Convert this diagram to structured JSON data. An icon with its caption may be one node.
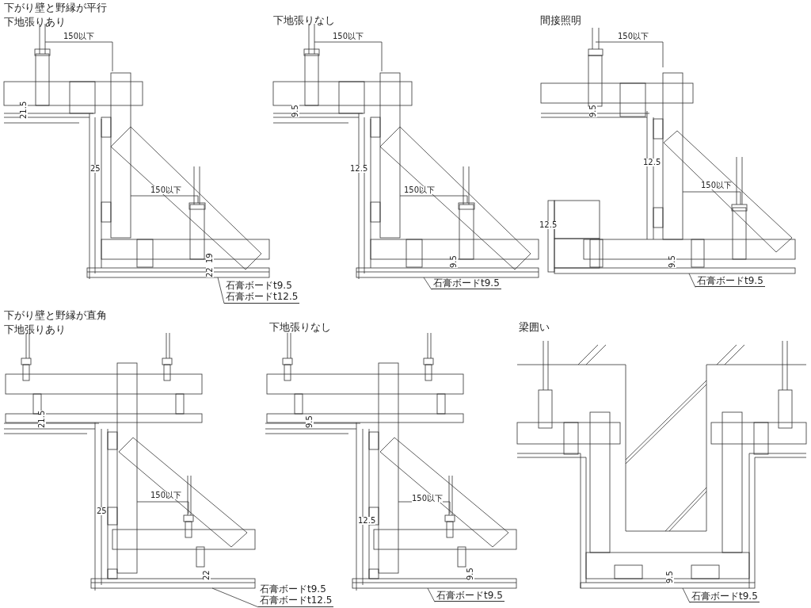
{
  "diagram": {
    "nodes": [
      {
        "text": [
          "石膏ボードt9.5",
          "石膏ボードt12.5"
        ]
      },
      {
        "text": [
          "石膏ボードt9.5"
        ]
      },
      {
        "text": [
          "石膏ボードt9.5"
        ]
      },
      {
        "text": [
          "石膏ボードt9.5",
          "石膏ボードt12.5"
        ]
      },
      {
        "text": [
          "石膏ボードt9.5"
        ]
      },
      {
        "text": [
          "石膏ボードt9.5"
        ]
      },
      {
        "text": [],
        "shape": "box"
      },
      {
        "text": [],
        "shape": "box"
      },
      {
        "text": [],
        "shape": "box"
      },
      {
        "text": [],
        "shape": "box"
      },
      {
        "text": [],
        "shape": "box"
      },
      {
        "text": [],
        "shape": "box"
      }
    ],
    "edges": [
      {
        "from": 0,
        "to": 6,
        "arrow": "none"
      },
      {
        "from": 1,
        "to": 7,
        "arrow": "none"
      },
      {
        "from": 2,
        "to": 8,
        "arrow": "none"
      },
      {
        "from": 3,
        "to": 9,
        "arrow": "none"
      },
      {
        "from": 4,
        "to": 10,
        "arrow": "none"
      },
      {
        "from": 5,
        "to": 11,
        "arrow": "none"
      }
    ],
    "labels": [
      "下がり壁と野縁が平行",
      "下地張りあり",
      "下地張りなし",
      "間接照明",
      "下がり壁と野縁が直角",
      "下地張りあり",
      "下地張りなし",
      "梁囲い",
      "150以下",
      "21.5",
      "25",
      "150以下",
      "19",
      "22",
      "150以下",
      "9.5",
      "12.5",
      "150以下",
      "9.5",
      "150以下",
      "9.5",
      "12.5",
      "150以下",
      "12.5",
      "9.5",
      "21.5",
      "25",
      "150以下",
      "22",
      "9.5",
      "12.5",
      "150以下",
      "9.5",
      "9.5"
    ]
  }
}
